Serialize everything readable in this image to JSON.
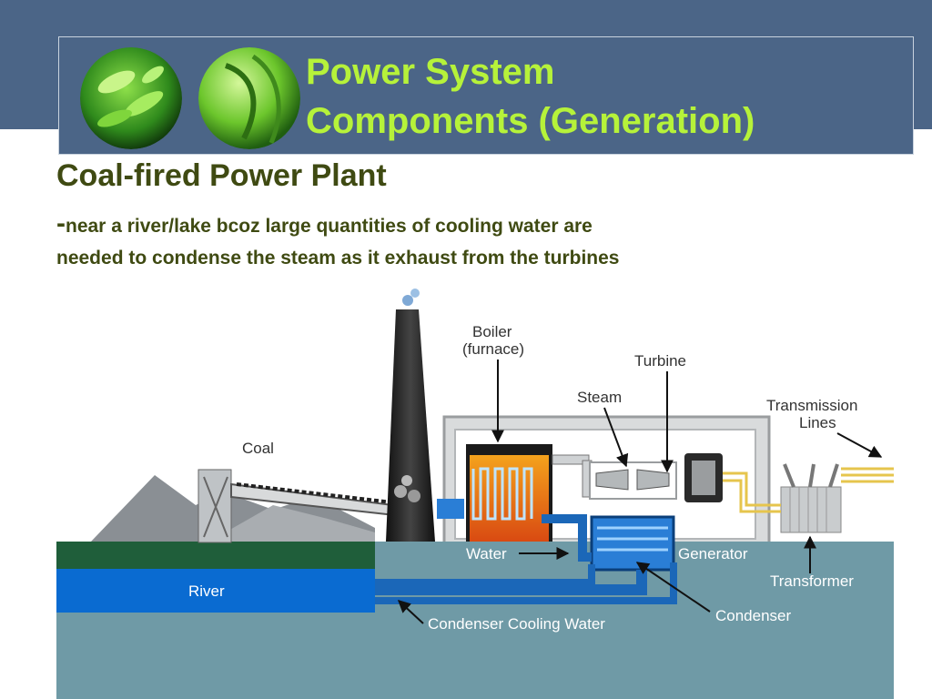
{
  "slide": {
    "title_line1": "Power System",
    "title_line2": "Components (Generation)",
    "heading": "Coal-fired Power Plant",
    "desc_dash": "-",
    "desc_line1": "near a river/lake bcoz large quantities of cooling water are",
    "desc_line2": "needed to condense the steam as it exhaust from the turbines"
  },
  "diagram": {
    "labels": {
      "boiler_1": "Boiler",
      "boiler_2": "(furnace)",
      "turbine": "Turbine",
      "steam": "Steam",
      "transmission_1": "Transmission",
      "transmission_2": "Lines",
      "coal": "Coal",
      "water": "Water",
      "generator": "Generator",
      "transformer": "Transformer",
      "river": "River",
      "condenser_cooling_water": "Condenser Cooling Water",
      "condenser": "Condenser"
    }
  },
  "colors": {
    "header_bg": "#4b6587",
    "title_green": "#b6f23a",
    "body_text": "#3f4a12",
    "river_blue": "#0a6bd1",
    "ground_blue": "#6f9aa6",
    "grass_green": "#1f5e3a"
  },
  "icons": [
    "leaf-orb-icon",
    "leaf-orb-icon"
  ]
}
